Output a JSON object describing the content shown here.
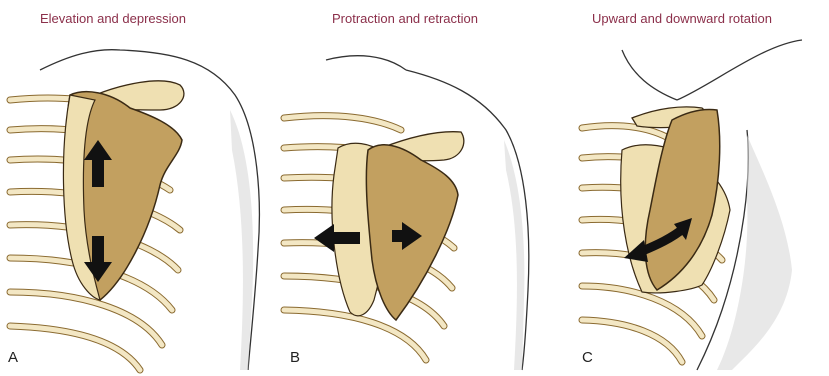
{
  "panels": [
    {
      "letter": "A",
      "title": "Elevation and depression"
    },
    {
      "letter": "B",
      "title": "Protraction and retraction"
    },
    {
      "letter": "C",
      "title": "Upward and downward rotation"
    }
  ],
  "colors": {
    "title": "#8b2f4a",
    "bone": "#efe0b2",
    "bone_dark": "#c9a86a",
    "scapula_fill": "#c2a060",
    "outline": "#3a2a14",
    "arrow": "#111111"
  }
}
